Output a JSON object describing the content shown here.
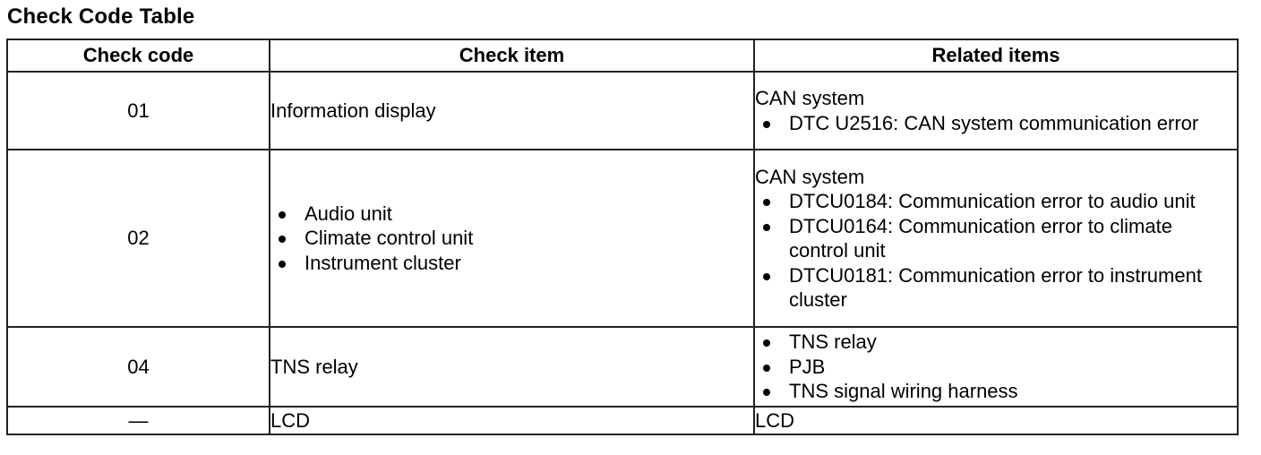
{
  "title": "Check Code Table",
  "table": {
    "headers": {
      "code": "Check code",
      "item": "Check item",
      "related": "Related items"
    },
    "rows": [
      {
        "code": "01",
        "item_text": "Information display",
        "related_group": "CAN system",
        "related_bullets": [
          "DTC U2516: CAN system communication error"
        ]
      },
      {
        "code": "02",
        "item_bullets": [
          "Audio unit",
          "Climate control unit",
          "Instrument cluster"
        ],
        "related_group": "CAN system",
        "related_bullets": [
          "DTCU0184: Communication error to audio unit",
          "DTCU0164: Communication error to climate control unit",
          "DTCU0181: Communication error to instrument cluster"
        ]
      },
      {
        "code": "04",
        "item_text": "TNS relay",
        "related_bullets": [
          "TNS relay",
          "PJB",
          "TNS signal wiring harness"
        ]
      },
      {
        "code": "—",
        "item_text": "LCD",
        "related_text": "LCD"
      }
    ]
  }
}
